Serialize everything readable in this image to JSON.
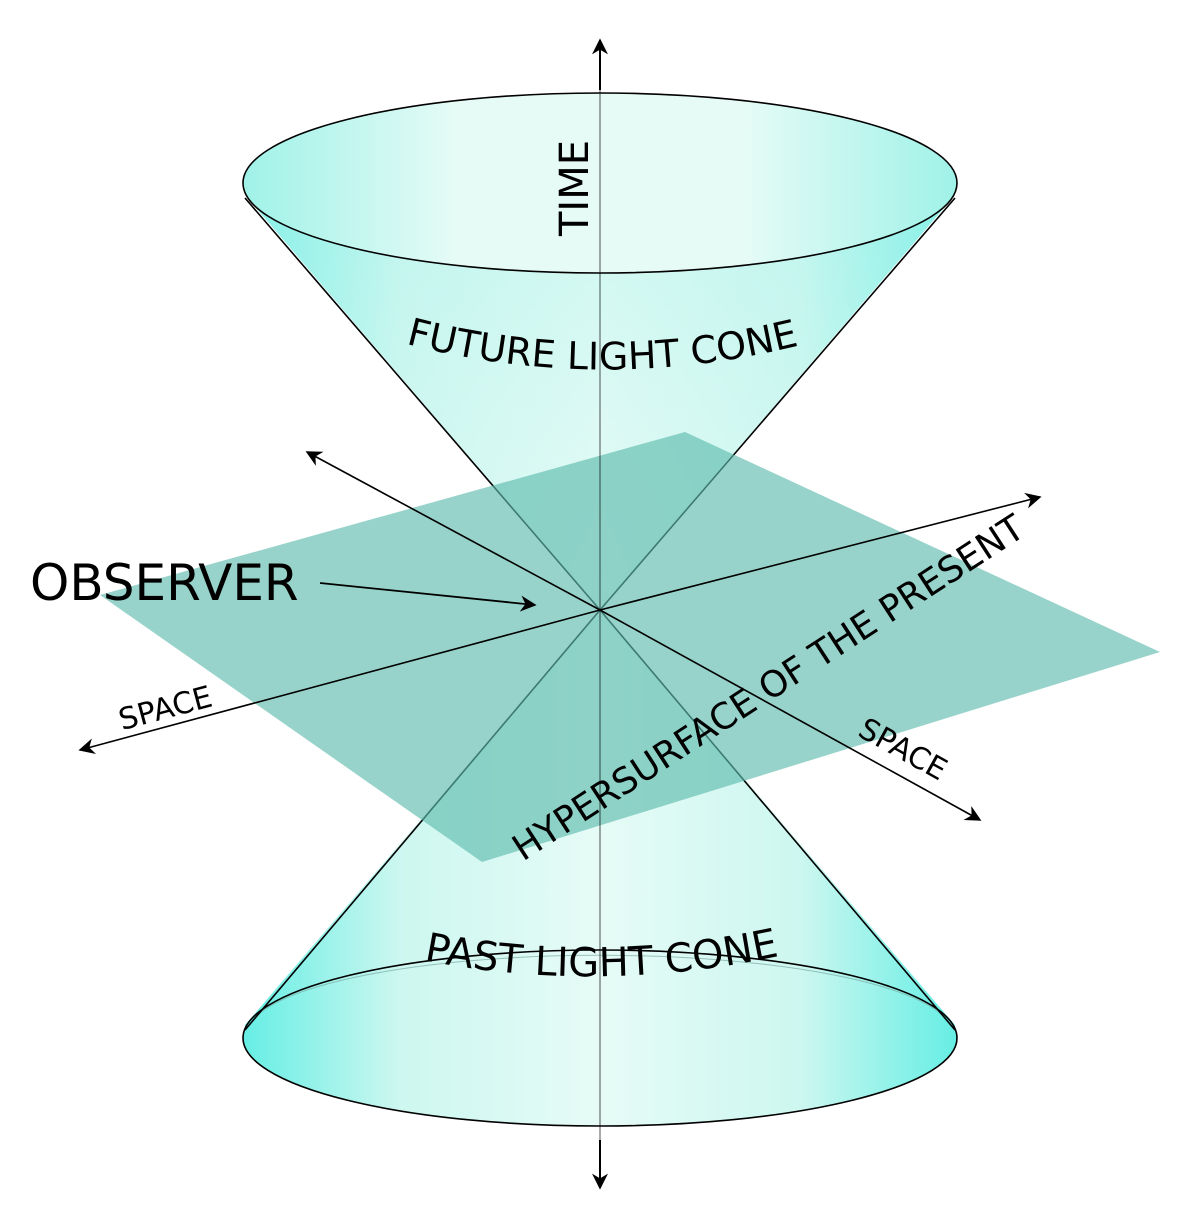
{
  "labels": {
    "time": "TIME",
    "future_light_cone": "FUTURE LIGHT CONE",
    "past_light_cone": "PAST LIGHT CONE",
    "observer": "OBSERVER",
    "hypersurface": "HYPERSURFACE OF THE PRESENT",
    "space_left": "SPACE",
    "space_right": "SPACE"
  },
  "colors": {
    "cone_light": "#e6fbf6",
    "cone_mid": "#b9f4ec",
    "cone_edge": "#66eee4",
    "plane": "#5fbcae",
    "plane_cone_overlap": "#6fd2c6",
    "line": "#000000"
  }
}
